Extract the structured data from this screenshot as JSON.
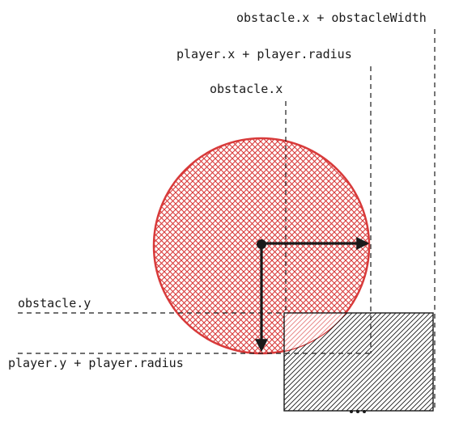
{
  "labels": {
    "obstacle_x_plus_width": "obstacle.x + obstacleWidth",
    "player_x_plus_radius": "player.x + player.radius",
    "obstacle_x": "obstacle.x",
    "obstacle_y": "obstacle.y",
    "player_y_plus_radius": "player.y + player.radius"
  },
  "colors": {
    "player_circle": "#d83a3a",
    "stroke": "#1a1a1a",
    "overlap_hatch": "#e88a8a",
    "background": "#ffffff"
  },
  "shapes": {
    "player": "circle",
    "obstacle": "rectangle"
  }
}
